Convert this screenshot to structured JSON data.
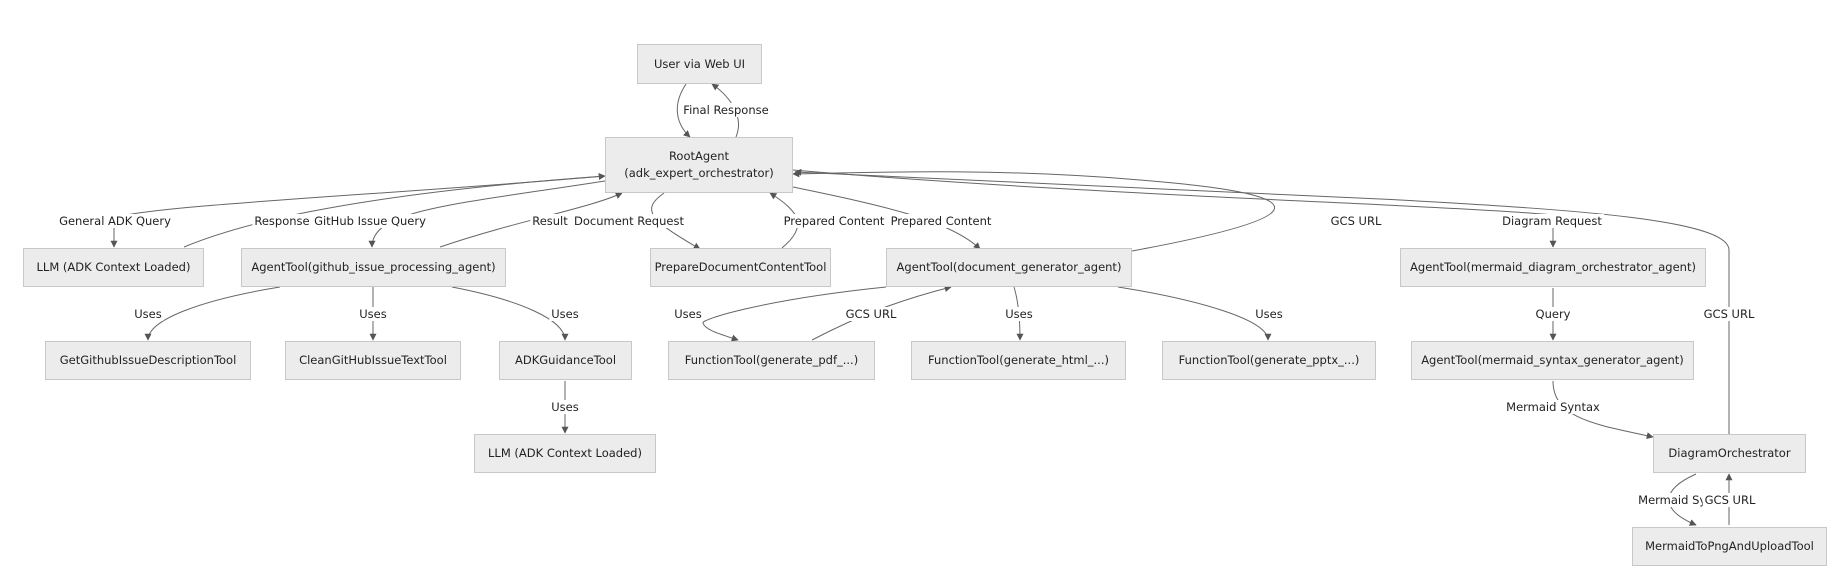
{
  "nodes": {
    "user": "User via Web UI",
    "root_l1": "RootAgent",
    "root_l2": "(adk_expert_orchestrator)",
    "llm_top": "LLM (ADK Context Loaded)",
    "github_agent": "AgentTool(github_issue_processing_agent)",
    "prepare_doc": "PrepareDocumentContentTool",
    "docgen_agent": "AgentTool(document_generator_agent)",
    "mermaid_orch_agent": "AgentTool(mermaid_diagram_orchestrator_agent)",
    "get_github": "GetGithubIssueDescriptionTool",
    "clean_github": "CleanGitHubIssueTextTool",
    "adk_guidance": "ADKGuidanceTool",
    "fn_pdf": "FunctionTool(generate_pdf_...)",
    "fn_html": "FunctionTool(generate_html_...)",
    "fn_pptx": "FunctionTool(generate_pptx_...)",
    "mermaid_syntax_agent": "AgentTool(mermaid_syntax_generator_agent)",
    "llm_bottom": "LLM (ADK Context Loaded)",
    "diagram_orch": "DiagramOrchestrator",
    "mermaid_png": "MermaidToPngAndUploadTool"
  },
  "edge_labels": {
    "final_response": "Final Response",
    "general_adk_query": "General ADK Query",
    "response": "Response",
    "github_issue_query": "GitHub Issue Query",
    "result": "Result",
    "document_request": "Document Request",
    "prepared_content_1": "Prepared Content",
    "prepared_content_2": "Prepared Content",
    "gcs_url_root": "GCS URL",
    "diagram_request": "Diagram Request",
    "uses_get": "Uses",
    "uses_clean": "Uses",
    "uses_adk": "Uses",
    "uses_pdf": "Uses",
    "gcs_url_pdf": "GCS URL",
    "uses_html": "Uses",
    "uses_pptx": "Uses",
    "query": "Query",
    "gcs_url_orch": "GCS URL",
    "uses_llm": "Uses",
    "mermaid_syntax_1": "Mermaid Syntax",
    "mermaid_syntax_2": "Mermaid Syntax",
    "gcs_url_png": "GCS URL"
  }
}
